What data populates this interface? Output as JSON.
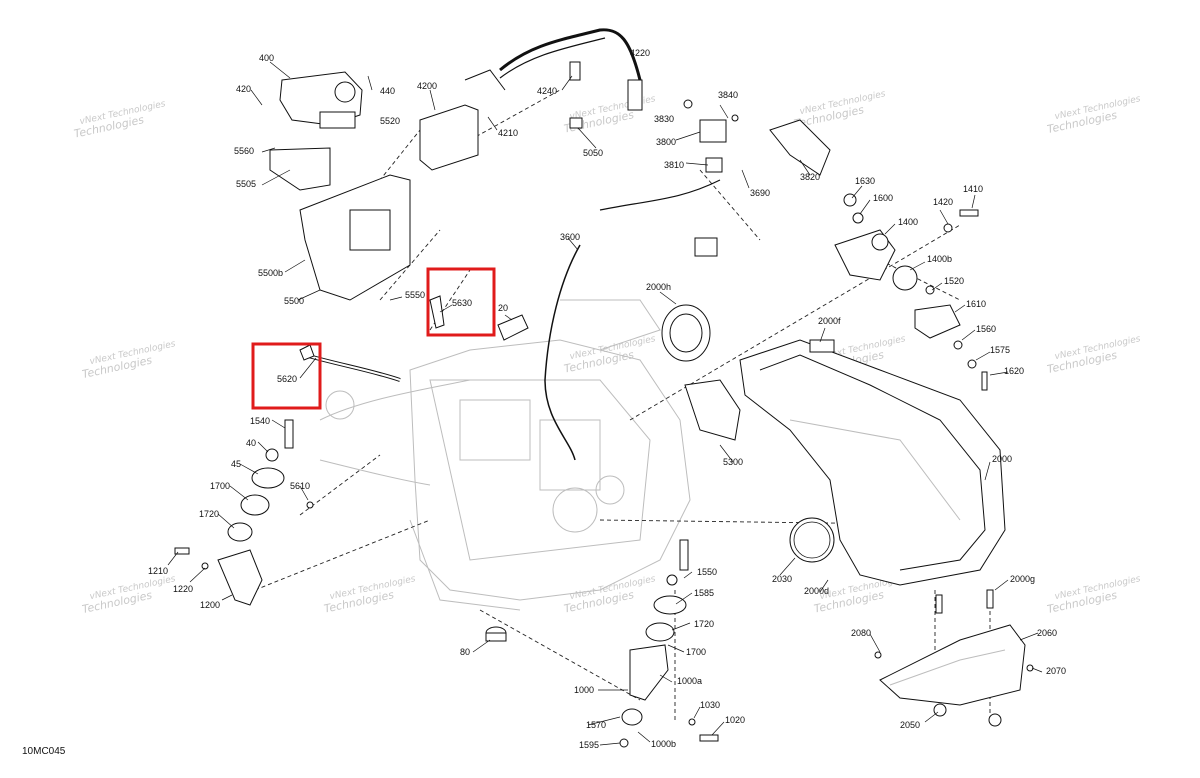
{
  "diagram_code": "10MC045",
  "watermark_text": "vNext Technologies",
  "highlight_color": "#e01b1b",
  "highlighted_parts": [
    "5620",
    "5630"
  ],
  "callouts": [
    "400",
    "420",
    "440",
    "5520",
    "5560",
    "5505",
    "5500b",
    "5500",
    "5550",
    "4200",
    "4210",
    "4220",
    "4240",
    "5050",
    "3840",
    "3830",
    "3800",
    "3810",
    "3690",
    "3820",
    "3600",
    "1630",
    "1600",
    "1410",
    "1420",
    "1400",
    "1400b",
    "1520",
    "1610",
    "1560",
    "1575",
    "1620",
    "2000h",
    "2000f",
    "2000",
    "2000g",
    "2030",
    "2000d",
    "2080",
    "2060",
    "2070",
    "2050",
    "5630",
    "20",
    "5620",
    "1540",
    "40",
    "45",
    "5610",
    "1700",
    "1720",
    "1210",
    "1220",
    "1200",
    "5300",
    "80",
    "1550",
    "1585",
    "1720",
    "1700",
    "1000a",
    "1000",
    "1030",
    "1020",
    "1570",
    "1000b",
    "1595"
  ]
}
